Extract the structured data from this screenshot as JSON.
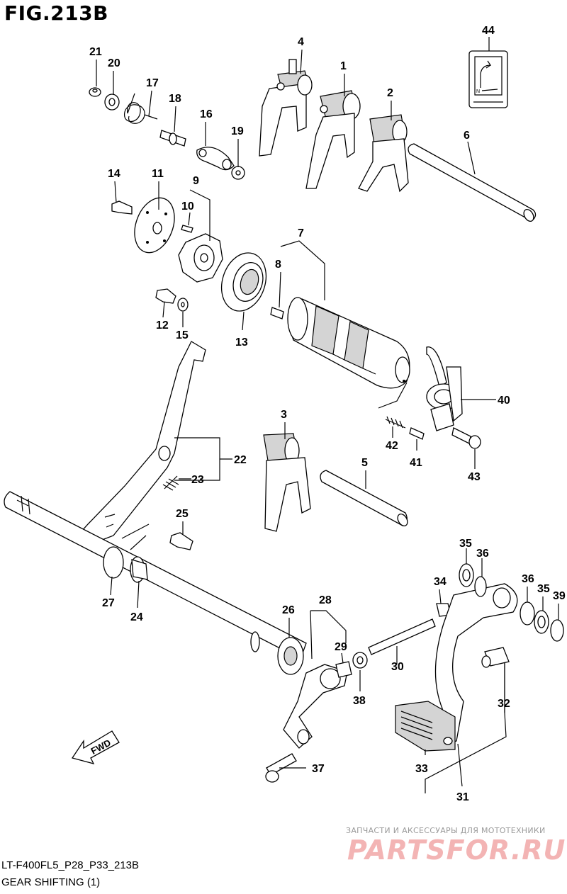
{
  "figure": {
    "title": "FIG.213B",
    "code": "LT-F400FL5_P28_P33_213B",
    "caption": "GEAR SHIFTING (1)"
  },
  "callouts": {
    "c1": "1",
    "c2": "2",
    "c3": "3",
    "c4": "4",
    "c5": "5",
    "c6": "6",
    "c7": "7",
    "c8": "8",
    "c9": "9",
    "c10": "10",
    "c11": "11",
    "c12": "12",
    "c13": "13",
    "c14": "14",
    "c15": "15",
    "c16": "16",
    "c17": "17",
    "c18": "18",
    "c19": "19",
    "c20": "20",
    "c21": "21",
    "c22": "22",
    "c23": "23",
    "c24": "24",
    "c25": "25",
    "c26": "26",
    "c27": "27",
    "c28": "28",
    "c29": "29",
    "c30": "30",
    "c31": "31",
    "c32": "32",
    "c33": "33",
    "c34": "34",
    "c35a": "35",
    "c35b": "35",
    "c36a": "36",
    "c36b": "36",
    "c37": "37",
    "c38": "38",
    "c39": "39",
    "c40": "40",
    "c41": "41",
    "c42": "42",
    "c43": "43",
    "c44": "44"
  },
  "direction_arrow": {
    "label": "FWD"
  },
  "label_plate": {
    "gear_marks": [
      "N"
    ]
  },
  "watermark": {
    "tagline": "ЗАПЧАСТИ И АКСЕССУАРЫ ДЛЯ МОТОТЕХНИКИ",
    "logo": "PARTSFOR.RU"
  }
}
